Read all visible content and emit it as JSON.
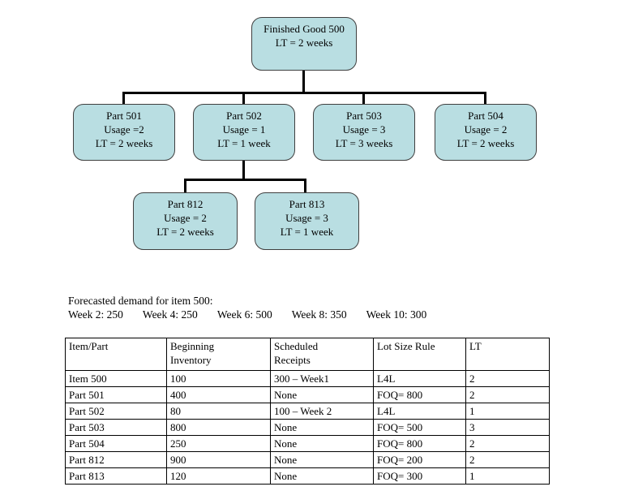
{
  "diagram": {
    "colors": {
      "node_fill": "#b9dee2",
      "node_border": "#3f3f3f",
      "connector": "#000000"
    },
    "nodes": {
      "fg500": {
        "lines": [
          "Finished Good 500",
          "LT = 2 weeks"
        ]
      },
      "p501": {
        "lines": [
          "Part 501",
          "Usage =2",
          "LT = 2 weeks"
        ]
      },
      "p502": {
        "lines": [
          "Part 502",
          "Usage = 1",
          "LT = 1 week"
        ]
      },
      "p503": {
        "lines": [
          "Part 503",
          "Usage = 3",
          "LT = 3 weeks"
        ]
      },
      "p504": {
        "lines": [
          "Part 504",
          "Usage = 2",
          "LT = 2 weeks"
        ]
      },
      "p812": {
        "lines": [
          "Part 812",
          "Usage = 2",
          "LT = 2 weeks"
        ]
      },
      "p813": {
        "lines": [
          "Part 813",
          "Usage = 3",
          "LT = 1 week"
        ]
      }
    }
  },
  "forecast": {
    "title": "Forecasted demand for item 500:",
    "entries": [
      "Week 2: 250",
      "Week 4: 250",
      "Week 6: 500",
      "Week 8: 350",
      "Week 10: 300"
    ]
  },
  "table": {
    "headers": [
      [
        "Item/Part"
      ],
      [
        "Beginning",
        "Inventory"
      ],
      [
        "Scheduled",
        "Receipts"
      ],
      [
        "Lot Size Rule"
      ],
      [
        "LT"
      ]
    ],
    "rows": [
      [
        "Item 500",
        "100",
        "300 – Week1",
        "L4L",
        "2"
      ],
      [
        "Part 501",
        "400",
        "None",
        "FOQ= 800",
        "2"
      ],
      [
        "Part 502",
        "80",
        "100 – Week 2",
        "L4L",
        "1"
      ],
      [
        "Part 503",
        "800",
        "None",
        "FOQ= 500",
        "3"
      ],
      [
        "Part 504",
        "250",
        "None",
        "FOQ= 800",
        "2"
      ],
      [
        "Part 812",
        "900",
        "None",
        "FOQ= 200",
        "2"
      ],
      [
        "Part 813",
        "120",
        "None",
        "FOQ= 300",
        "1"
      ]
    ]
  }
}
